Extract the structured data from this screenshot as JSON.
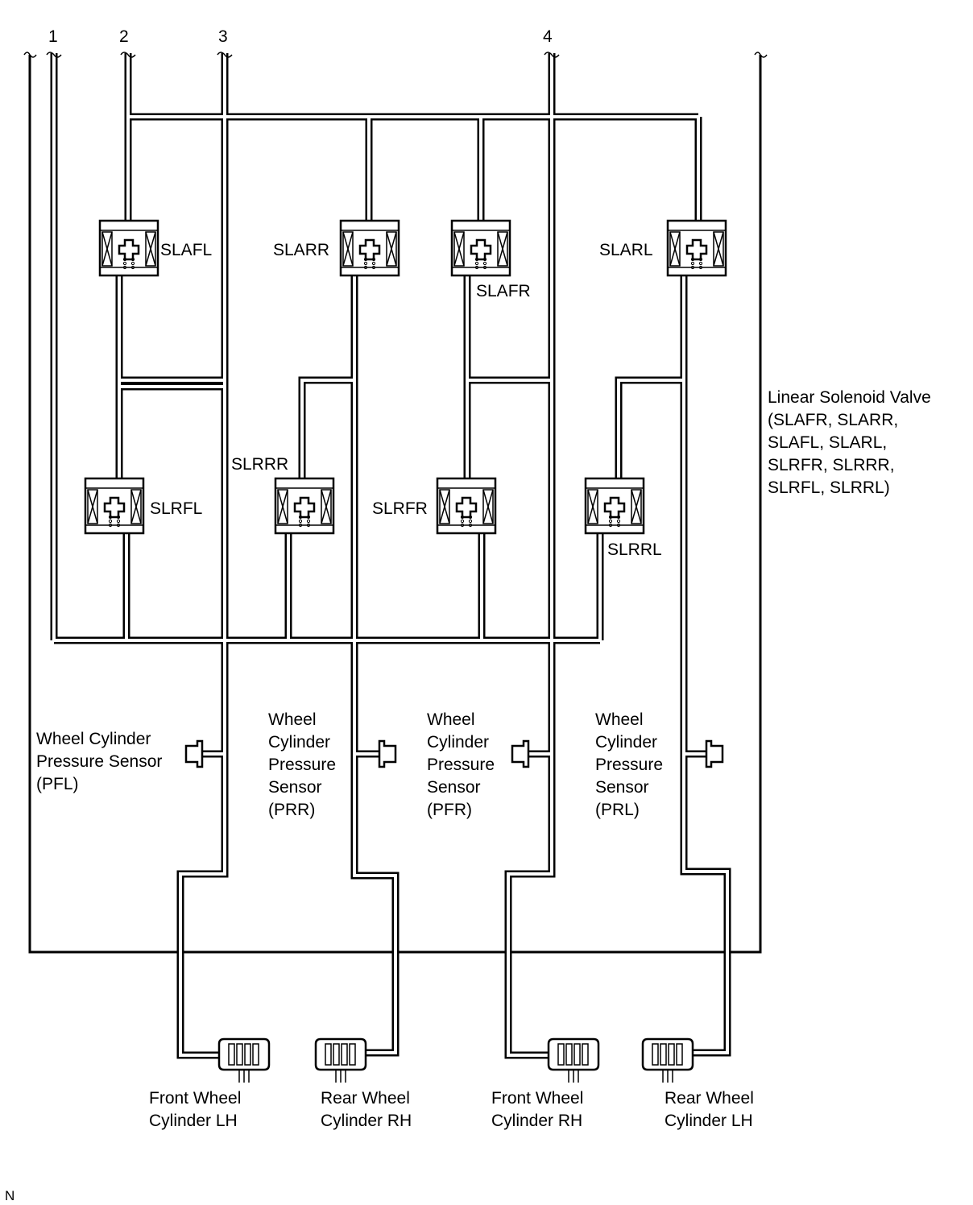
{
  "port_numbers": [
    "1",
    "2",
    "3",
    "4"
  ],
  "valves": {
    "slafl": "SLAFL",
    "slarr": "SLARR",
    "slafr": "SLAFR",
    "slarl": "SLARL",
    "slrfl": "SLRFL",
    "slrrr": "SLRRR",
    "slrfr": "SLRFR",
    "slrrl": "SLRRL"
  },
  "linear_solenoid_label": [
    "Linear Solenoid Valve",
    "(SLAFR, SLARR,",
    "SLAFL, SLARL,",
    "SLRFR, SLRRR,",
    "SLRFL, SLRRL)"
  ],
  "sensors": {
    "pfl": [
      "Wheel Cylinder",
      "Pressure Sensor",
      "(PFL)"
    ],
    "prr": [
      "Wheel",
      "Cylinder",
      "Pressure",
      "Sensor",
      "(PRR)"
    ],
    "pfr": [
      "Wheel",
      "Cylinder",
      "Pressure",
      "Sensor",
      "(PFR)"
    ],
    "prl": [
      "Wheel",
      "Cylinder",
      "Pressure",
      "Sensor",
      "(PRL)"
    ]
  },
  "wheel_cylinders": {
    "front_lh": [
      "Front Wheel",
      "Cylinder LH"
    ],
    "rear_rh": [
      "Rear Wheel",
      "Cylinder RH"
    ],
    "front_rh": [
      "Front Wheel",
      "Cylinder RH"
    ],
    "rear_lh": [
      "Rear Wheel",
      "Cylinder LH"
    ]
  },
  "corner_mark": "N"
}
